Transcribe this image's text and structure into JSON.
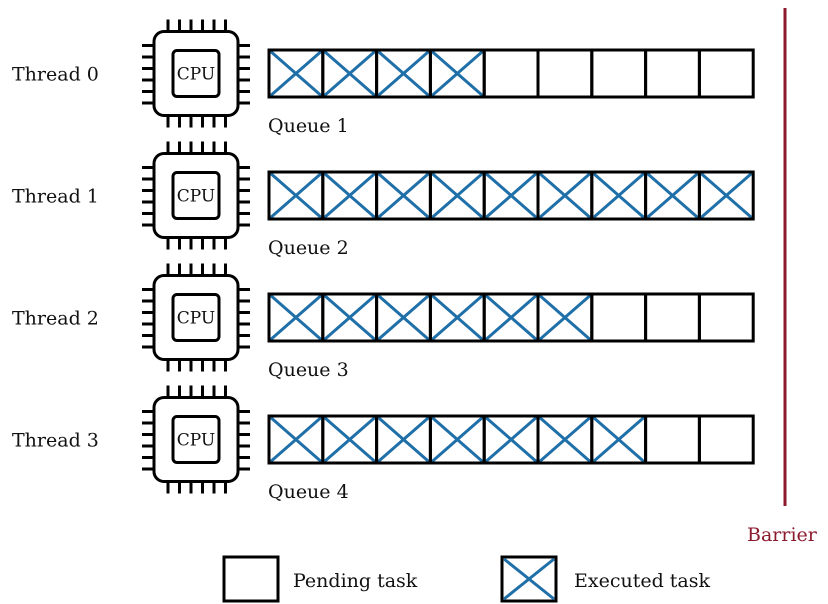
{
  "threads": [
    {
      "label": "Thread 0",
      "cpu": "CPU",
      "queue": "Queue 1",
      "total": 9,
      "executed": 4
    },
    {
      "label": "Thread 1",
      "cpu": "CPU",
      "queue": "Queue 2",
      "total": 9,
      "executed": 9
    },
    {
      "label": "Thread 2",
      "cpu": "CPU",
      "queue": "Queue 3",
      "total": 9,
      "executed": 6
    },
    {
      "label": "Thread 3",
      "cpu": "CPU",
      "queue": "Queue 4",
      "total": 9,
      "executed": 7
    }
  ],
  "barrier": {
    "label": "Barrier",
    "color": "#8b1a2e"
  },
  "legend": {
    "pending_label": "Pending task",
    "executed_label": "Executed task"
  },
  "colors": {
    "cross": "#1f6fa8",
    "outline": "#000000"
  }
}
